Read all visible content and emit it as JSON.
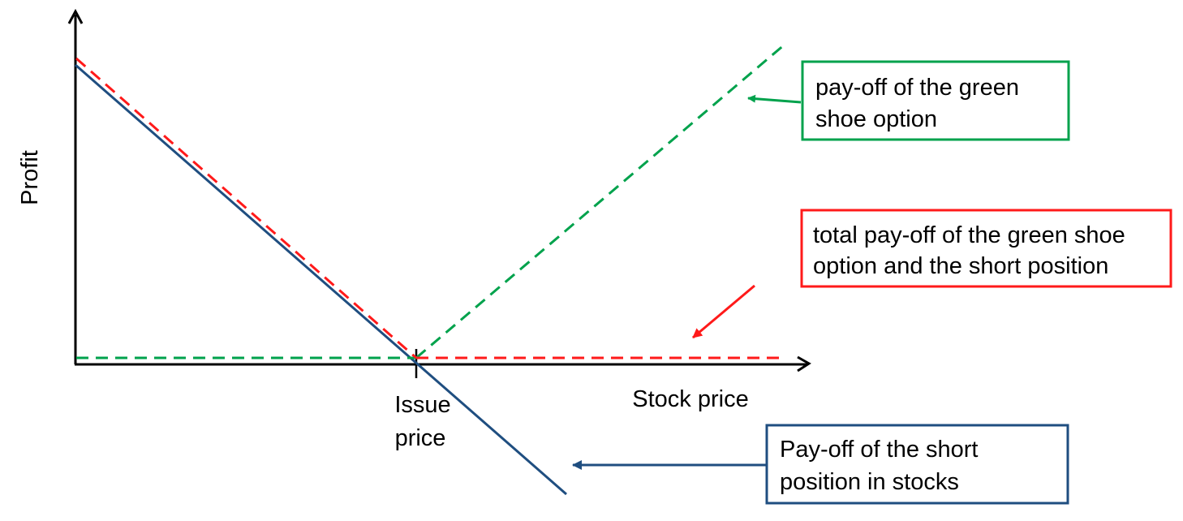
{
  "axes": {
    "y_label": "Profit",
    "x_label": "Stock price",
    "tick_label_line1": "Issue",
    "tick_label_line2": "price"
  },
  "annotations": {
    "green_shoe": {
      "line1": "pay-off of the green",
      "line2": "shoe option",
      "color": "#00a24c"
    },
    "total": {
      "line1": "total pay-off of the green shoe",
      "line2": "option and the short position",
      "color": "#ff1a1a"
    },
    "short": {
      "line1": "Pay-off of the short",
      "line2": "position in stocks",
      "color": "#1f4e80"
    }
  },
  "series": {
    "short_position": {
      "color": "#1f4e80",
      "style": "solid"
    },
    "green_shoe_option": {
      "color": "#00a24c",
      "style": "dashed"
    },
    "total_payoff": {
      "color": "#ff1a1a",
      "style": "dashed"
    }
  }
}
